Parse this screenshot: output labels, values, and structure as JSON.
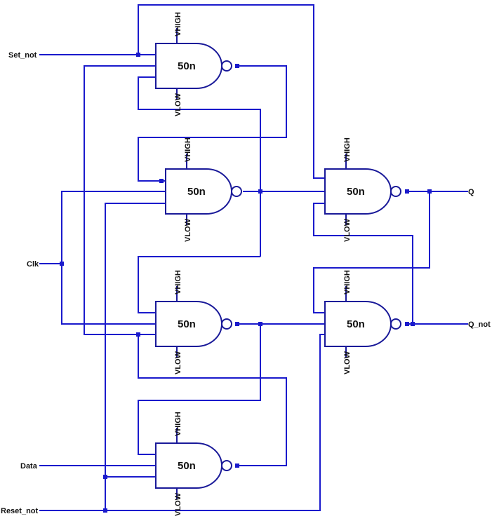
{
  "ports": {
    "set_not": "Set_not",
    "clk": "Clk",
    "data": "Data",
    "reset_not": "Reset_not",
    "q": "Q",
    "q_not": "Q_not"
  },
  "gates": [
    {
      "id": "gate-1",
      "delay": "50n",
      "vhigh": "VHIGH",
      "vlow": "VLOW"
    },
    {
      "id": "gate-2",
      "delay": "50n",
      "vhigh": "VHIGH",
      "vlow": "VLOW"
    },
    {
      "id": "gate-3",
      "delay": "50n",
      "vhigh": "VHIGH",
      "vlow": "VLOW"
    },
    {
      "id": "gate-4",
      "delay": "50n",
      "vhigh": "VHIGH",
      "vlow": "VLOW"
    },
    {
      "id": "gate-5",
      "delay": "50n",
      "vhigh": "VHIGH",
      "vlow": "VLOW"
    },
    {
      "id": "gate-6",
      "delay": "50n",
      "vhigh": "VHIGH",
      "vlow": "VLOW"
    }
  ],
  "colors": {
    "wire": "#1a1acc",
    "gate_outline": "#1a1a99",
    "text": "#111111"
  }
}
